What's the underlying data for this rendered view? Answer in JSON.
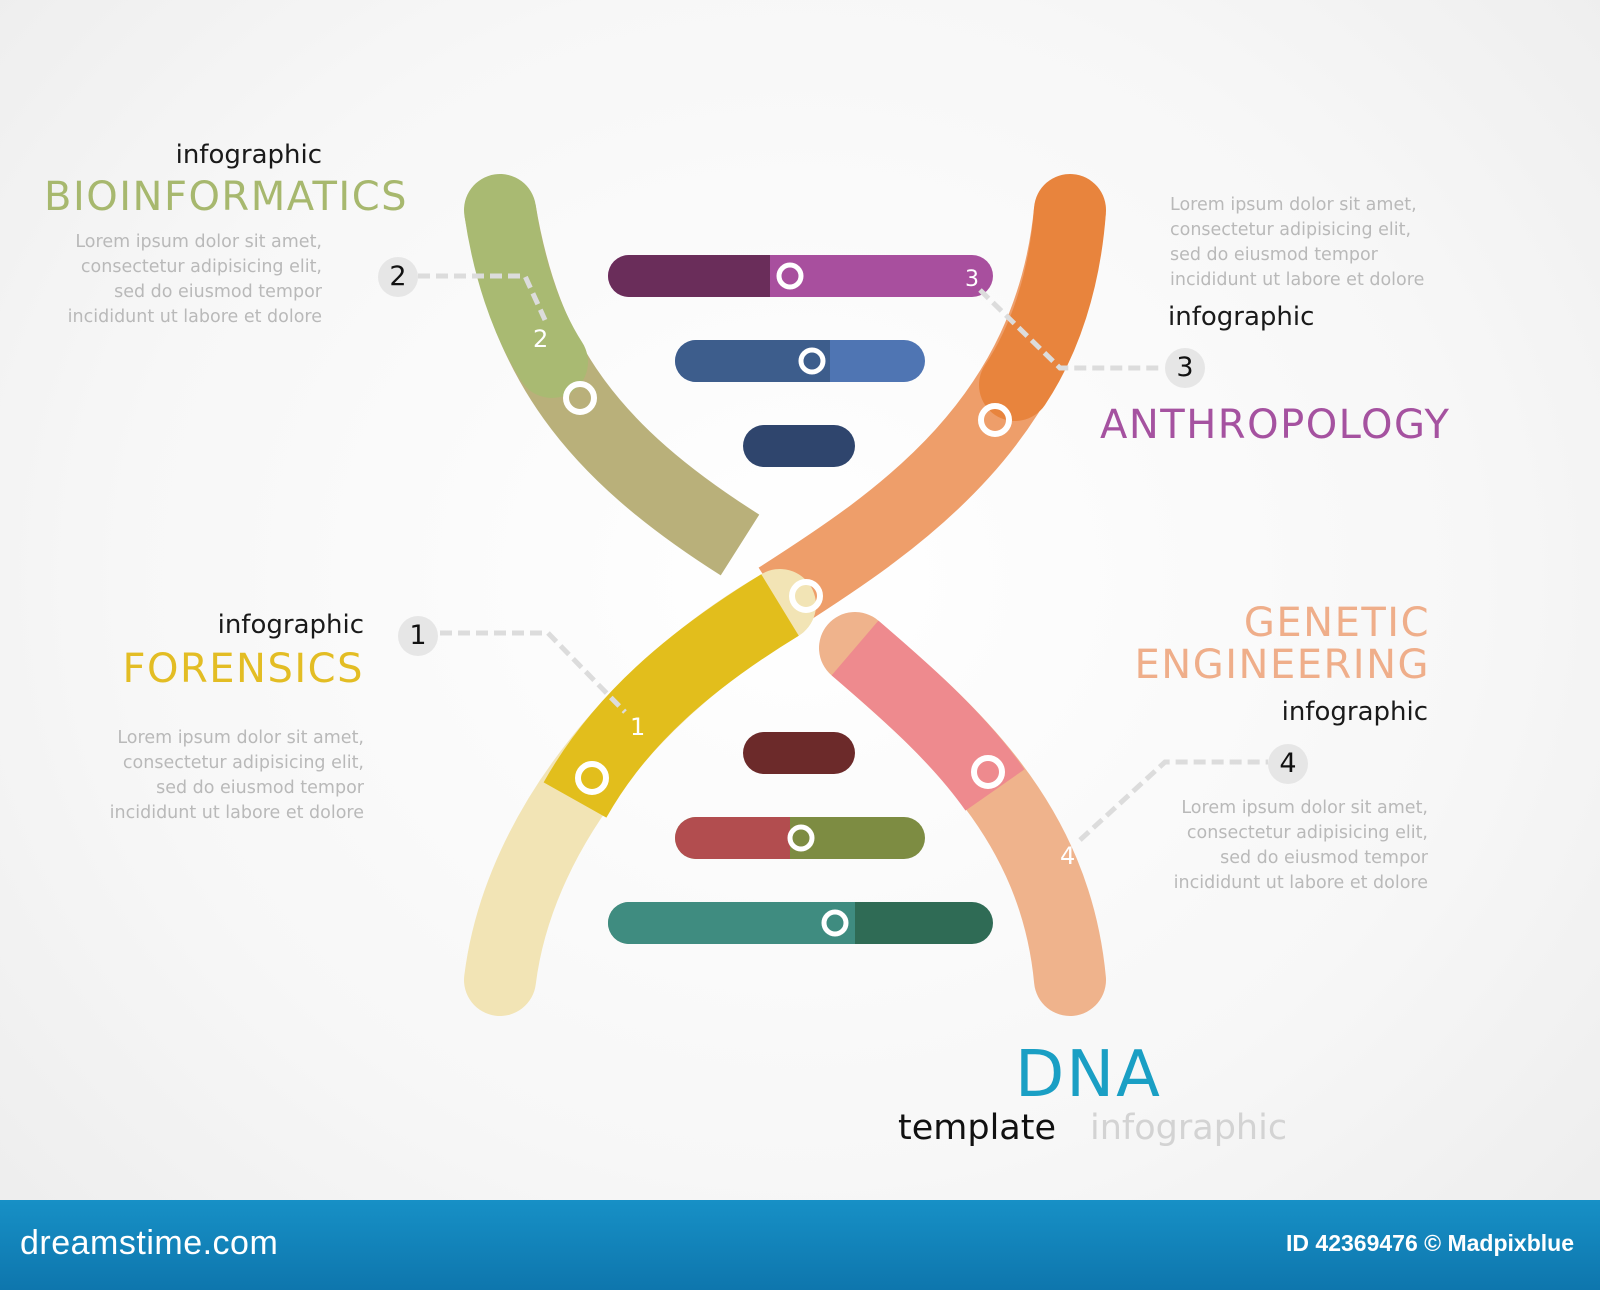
{
  "sections": [
    {
      "kicker": "infographic",
      "title": "BIOINFORMATICS",
      "number": "2",
      "color": "#a7b86e",
      "body": "Lorem ipsum dolor sit amet,\nconsectetur adipisicing elit,\nsed do eiusmod tempor\nincididunt ut labore et dolore"
    },
    {
      "kicker": "infographic",
      "title": "ANTHROPOLOGY",
      "number": "3",
      "color": "#a552a0",
      "body": "Lorem ipsum dolor sit amet,\nconsectetur adipisicing elit,\nsed do eiusmod tempor\nincididunt ut labore et dolore"
    },
    {
      "kicker": "infographic",
      "title": "FORENSICS",
      "number": "1",
      "color": "#e3bd24",
      "body": "Lorem ipsum dolor sit amet,\nconsectetur adipisicing elit,\nsed do eiusmod tempor\nincididunt ut labore et dolore"
    },
    {
      "kicker": "infographic",
      "title": "GENETIC\nENGINEERING",
      "number": "4",
      "color": "#efae8a",
      "body": "Lorem ipsum dolor sit amet,\nconsectetur adipisicing elit,\nsed do eiusmod tempor\nincididunt ut labore et dolore"
    }
  ],
  "center": {
    "title": "DNA",
    "subtitle_bold": "template",
    "subtitle_light": "infographic"
  },
  "footer": {
    "brand": "dreamstime.com",
    "credit": "ID 42369476 © Madpixblue"
  },
  "colors": {
    "strand_left_top": [
      "#a9ba72",
      "#b9b07a"
    ],
    "strand_right": [
      "#e8843d",
      "#ee9e6a"
    ],
    "strand_left_bottom": [
      "#e2be1c",
      "#f2e4b5"
    ],
    "strand_right_bottom": [
      "#ee8a8e",
      "#efb38c"
    ],
    "rungs": [
      [
        "#6a2d5a",
        "#a84f9e"
      ],
      [
        "#3d5d8c",
        "#4f75b3"
      ],
      [
        "#2f456d"
      ],
      [
        "#6c2a2a"
      ],
      [
        "#b24d4f",
        "#7d8c42"
      ],
      [
        "#3f8c80",
        "#2f6b55"
      ]
    ],
    "footer_blue": "#1284bd"
  }
}
